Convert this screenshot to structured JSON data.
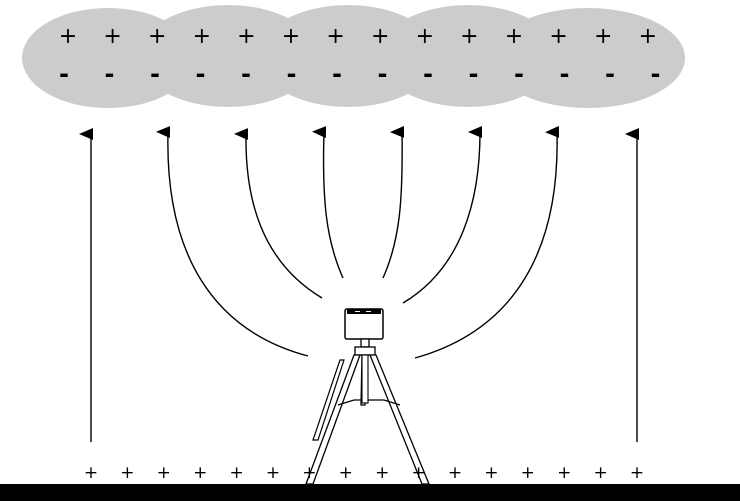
{
  "cloud": {
    "color": "#cccccc",
    "upper_charges": [
      "+",
      "+",
      "+",
      "+",
      "+",
      "+",
      "+",
      "+",
      "+",
      "+",
      "+",
      "+",
      "+",
      "+"
    ],
    "lower_charges": [
      "-",
      "-",
      "-",
      "-",
      "-",
      "-",
      "-",
      "-",
      "-",
      "-",
      "-",
      "-",
      "-",
      "-"
    ]
  },
  "ground": {
    "color": "#000000",
    "charges": [
      "+",
      "+",
      "+",
      "+",
      "+",
      "+",
      "+",
      "+",
      "+",
      "+",
      "+",
      "+",
      "+",
      "+",
      "+",
      "+"
    ]
  },
  "field_lines": {
    "straight_count": 2,
    "curved_count": 6
  },
  "device": {
    "name": "field mill on tripod"
  }
}
